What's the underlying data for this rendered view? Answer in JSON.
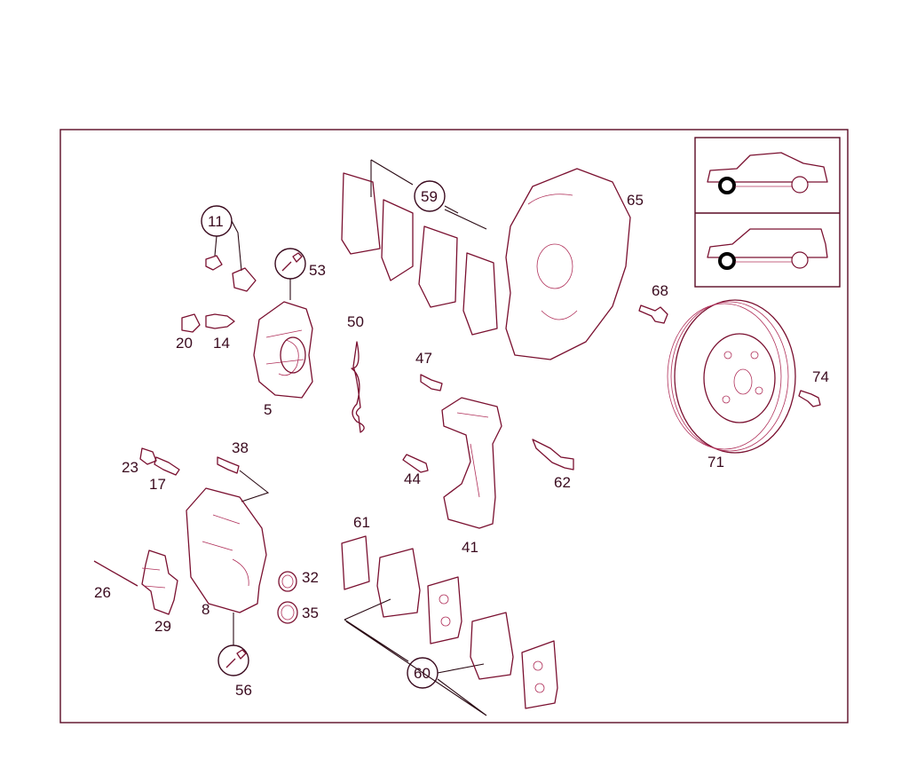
{
  "labels": {
    "l11": "11",
    "l53": "53",
    "l59": "59",
    "l65": "65",
    "l68": "68",
    "l50": "50",
    "l20": "20",
    "l14": "14",
    "l5": "5",
    "l47": "47",
    "l74": "74",
    "l71": "71",
    "l38": "38",
    "l23": "23",
    "l17": "17",
    "l44": "44",
    "l62": "62",
    "l61": "61",
    "l41": "41",
    "l26": "26",
    "l29": "29",
    "l8": "8",
    "l32": "32",
    "l35": "35",
    "l56": "56",
    "l60": "60"
  },
  "icons": {
    "service": "wrench-icon",
    "vehicle_sedan": "sedan-icon",
    "vehicle_wagon": "estate-car-icon"
  },
  "colors": {
    "line": "#7a1030",
    "text": "#3a0a1e",
    "background": "#ffffff"
  }
}
